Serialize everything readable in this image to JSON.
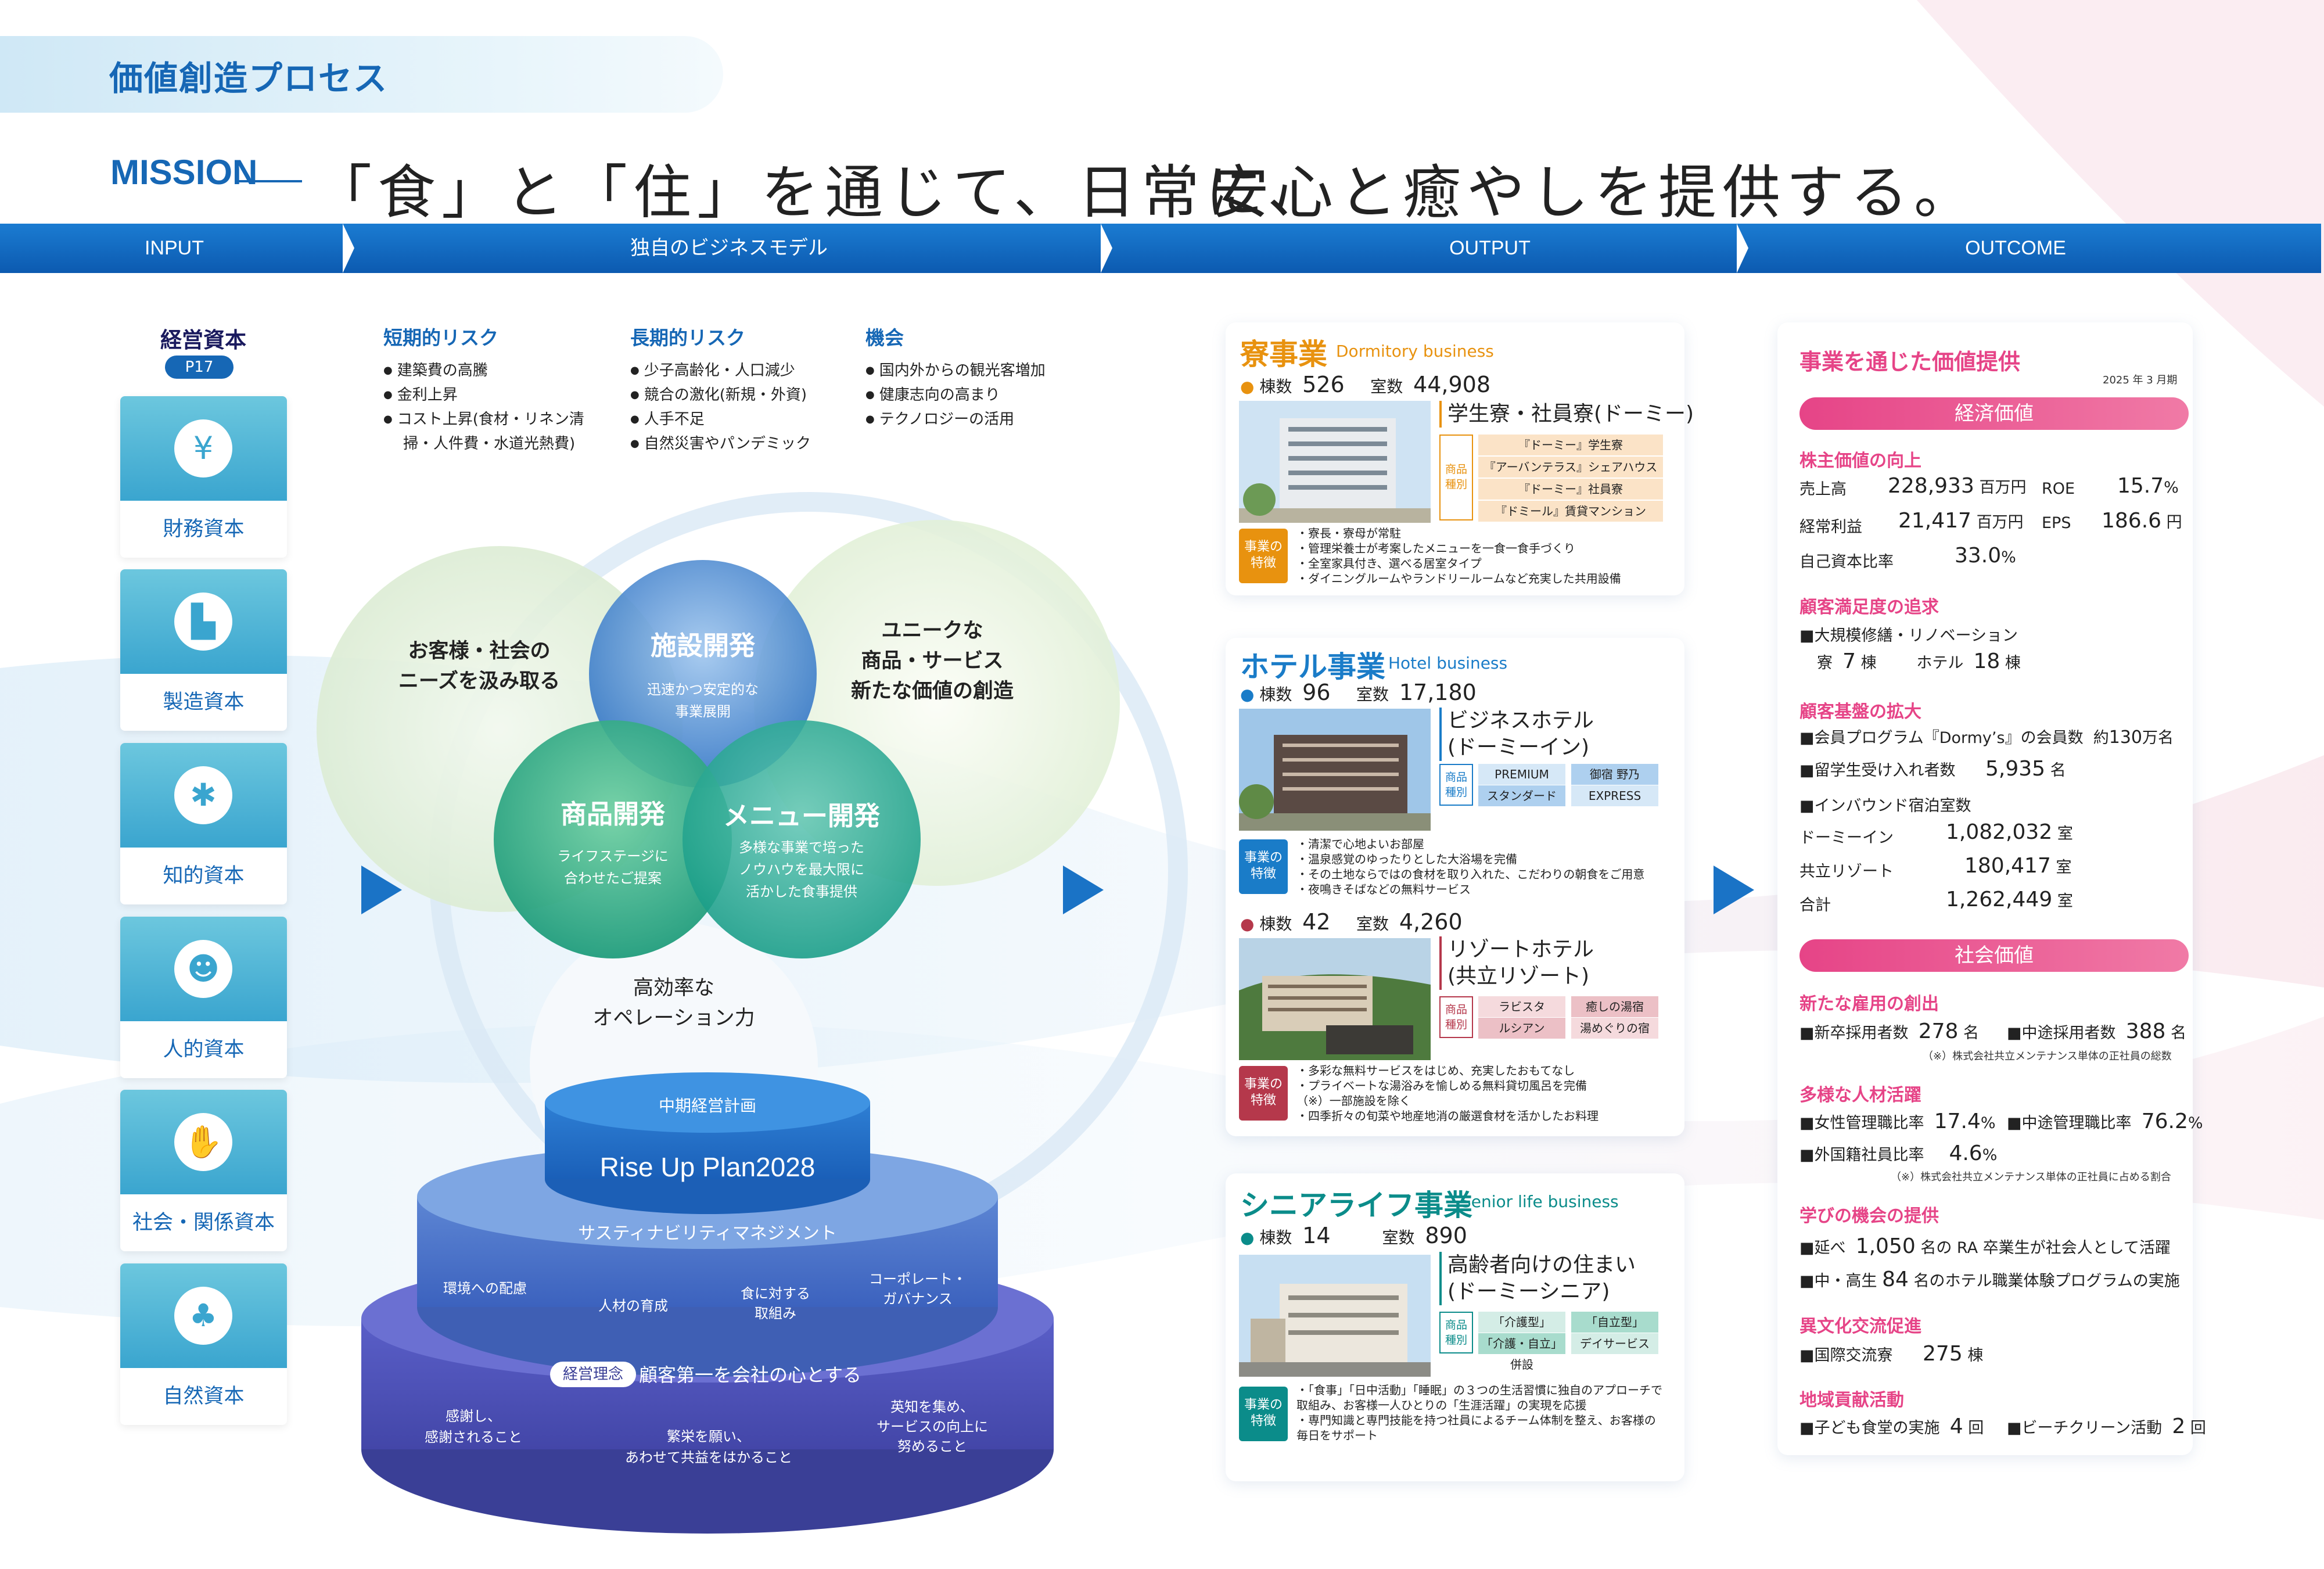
{
  "header": {
    "tab": "価値創造プロセス",
    "mission_label": "MISSION",
    "mission_text_1": "「食」と「住」を通じて、日常に、",
    "mission_text_2": "安心と癒やしを提供する。"
  },
  "band": {
    "input": "INPUT",
    "model": "独自のビジネスモデル",
    "output": "OUTPUT",
    "outcome": "OUTCOME"
  },
  "capital": {
    "title": "経営資本",
    "page": "P17",
    "items": [
      {
        "label": "財務資本",
        "icon": "yen-coins-icon",
        "glyph": "¥"
      },
      {
        "label": "製造資本",
        "icon": "factory-icon",
        "glyph": "▙"
      },
      {
        "label": "知的資本",
        "icon": "brain-gear-icon",
        "glyph": "✱"
      },
      {
        "label": "人的資本",
        "icon": "people-icon",
        "glyph": "☻"
      },
      {
        "label": "社会・関係資本",
        "icon": "handshake-icon",
        "glyph": "✋"
      },
      {
        "label": "自然資本",
        "icon": "trees-icon",
        "glyph": "♣"
      }
    ]
  },
  "risks": {
    "short": {
      "title": "短期的リスク",
      "items": [
        "建築費の高騰",
        "金利上昇",
        "コスト上昇(食材・リネン清",
        "掃・人件費・水道光熱費)"
      ]
    },
    "long": {
      "title": "長期的リスク",
      "items": [
        "少子高齢化・人口減少",
        "競合の激化(新規・外資)",
        "人手不足",
        "自然災害やパンデミック"
      ]
    },
    "opp": {
      "title": "機会",
      "items": [
        "国内外からの観光客増加",
        "健康志向の高まり",
        "テクノロジーの活用"
      ]
    }
  },
  "venn": {
    "left1": "お客様・社会の",
    "left2": "ニーズを汲み取る",
    "right1": "ユニークな",
    "right2": "商品・サービス",
    "right3": "新たな価値の創造",
    "facility": "施設開発",
    "facility_s1": "迅速かつ安定的な",
    "facility_s2": "事業展開",
    "product": "商品開発",
    "product_s1": "ライフステージに",
    "product_s2": "合わせたご提案",
    "menu": "メニュー開発",
    "menu_s1": "多様な事業で培った",
    "menu_s2": "ノウハウを最大限に",
    "menu_s3": "活かした食事提供",
    "ops1": "高効率な",
    "ops2": "オペレーション力"
  },
  "pyramid": {
    "plan_label": "中期経営計画",
    "plan": "Rise Up Plan2028",
    "sus": "サスティナビリティマネジメント",
    "sus_items": [
      "環境への配慮",
      "人材の育成",
      "食に対する",
      "取組み",
      "コーポレート・",
      "ガバナンス"
    ],
    "philo_badge": "経営理念",
    "philo": "顧客第一を会社の心とする",
    "philo_items": [
      "感謝し、",
      "感謝されること",
      "繁栄を願い、",
      "あわせて共益をはかること",
      "英知を集め、",
      "サービスの向上に",
      "努めること"
    ]
  },
  "dormitory": {
    "title": "寮事業",
    "en": "Dormitory business",
    "bldg_label": "棟数",
    "bldg": "526",
    "room_label": "室数",
    "rooms": "44,908",
    "product": "学生寮・社員寮(ドーミー)",
    "kind": "商品種別",
    "tags": [
      "『ドーミー』学生寮",
      "『アーバンテラス』シェアハウス",
      "『ドーミー』社員寮",
      "『ドミール』賃貸マンション"
    ],
    "feat_badge": "事業の特徴",
    "features": [
      "・寮長・寮母が常駐",
      "・管理栄養士が考案したメニューを一食一食手づくり",
      "・全室家具付き、選べる居室タイプ",
      "・ダイニングルームやランドリールームなど充実した共用設備"
    ]
  },
  "hotel": {
    "title": "ホテル事業",
    "en": "Hotel business",
    "bldg_label": "棟数",
    "bldg": "96",
    "room_label": "室数",
    "rooms": "17,180",
    "product1": "ビジネスホテル",
    "product2": "(ドーミーイン)",
    "kind": "商品種別",
    "tags": [
      "PREMIUM",
      "御宿 野乃",
      "スタンダード",
      "EXPRESS"
    ],
    "feat_badge": "事業の特徴",
    "features": [
      "・清潔で心地よいお部屋",
      "・温泉感覚のゆったりとした大浴場を完備",
      "・その土地ならではの食材を取り入れた、こだわりの朝食をご用意",
      "・夜鳴きそばなどの無料サービス"
    ]
  },
  "resort": {
    "bldg_label": "棟数",
    "bldg": "42",
    "room_label": "室数",
    "rooms": "4,260",
    "product1": "リゾートホテル",
    "product2": "(共立リゾート)",
    "kind": "商品種別",
    "tags": [
      "ラビスタ",
      "癒しの湯宿",
      "ルシアン",
      "湯めぐりの宿"
    ],
    "feat_badge": "事業の特徴",
    "features": [
      "・多彩な無料サービスをはじめ、充実したおもてなし",
      "・プライベートな湯浴みを愉しめる無料貸切風呂を完備",
      "（※）一部施設を除く",
      "・四季折々の旬菜や地産地消の厳選食材を活かしたお料理"
    ]
  },
  "senior": {
    "title": "シニアライフ事業",
    "en": "Senior life business",
    "bldg_label": "棟数",
    "bldg": "14",
    "room_label": "室数",
    "rooms": "890",
    "product1": "高齢者向けの住まい",
    "product2": "(ドーミーシニア)",
    "kind": "商品種別",
    "tags": [
      "「介護型」",
      "「自立型」",
      "「介護・自立」併設",
      "デイサービス"
    ],
    "feat_badge": "事業の特徴",
    "features": [
      "・「食事」「日中活動」「睡眠」の３つの生活習慣に独自のアプローチで",
      "取組み、お客様一人ひとりの「生涯活躍」の実現を応援",
      "・専門知識と専門技能を持つ社員によるチーム体制を整え、お客様の",
      "毎日をサポート"
    ]
  },
  "outcome": {
    "title": "事業を通じた価値提供",
    "date": "2025 年 3 月期",
    "econ": "経済価値",
    "sh": "株主価値の向上",
    "sales_l": "売上高",
    "sales": "228,933",
    "sales_u": "百万円",
    "roe_l": "ROE",
    "roe": "15.7",
    "pct": "%",
    "op_l": "経常利益",
    "op": "21,417",
    "op_u": "百万円",
    "eps_l": "EPS",
    "eps": "186.6",
    "eps_u": "円",
    "eq_l": "自己資本比率",
    "eq": "33.0",
    "cs": "顧客満足度の追求",
    "reno": "■大規模修繕・リノベーション",
    "reno_d": "寮",
    "reno_dv": "7",
    "reno_u": "棟",
    "reno_h": "ホテル",
    "reno_hv": "18",
    "cb": "顧客基盤の拡大",
    "mem_l": "■会員プログラム『Dormy’s』の会員数",
    "mem_p": "約",
    "mem": "130",
    "mem_u": "万名",
    "intl_l": "■留学生受け入れ者数",
    "intl": "5,935",
    "intl_u": "名",
    "inb_l": "■インバウンド宿泊室数",
    "inb1_l": "ドーミーイン",
    "inb1": "1,082,032",
    "inb_u": "室",
    "inb2_l": "共立リゾート",
    "inb2": "180,417",
    "inb3_l": "合計",
    "inb3": "1,262,449",
    "social": "社会価値",
    "emp": "新たな雇用の創出",
    "new_l": "■新卒採用者数",
    "new": "278",
    "mei": "名",
    "mid_l": "■中途採用者数",
    "mid": "388",
    "note1": "（※）株式会社共立メンテナンス単体の正社員の総数",
    "div": "多様な人材活躍",
    "fem_l": "■女性管理職比率",
    "fem": "17.4",
    "midm_l": "■中途管理職比率",
    "midm": "76.2",
    "for_l": "■外国籍社員比率",
    "for": "4.6",
    "note2": "（※）株式会社共立メンテナンス単体の正社員に占める割合",
    "learn": "学びの機会の提供",
    "ra_a": "■延べ",
    "ra": "1,050",
    "ra_b": "名の RA 卒業生が社会人として活躍",
    "hs_a": "■中・高生",
    "hs": "84",
    "hs_b": "名のホテル職業体験プログラムの実施",
    "cult": "異文化交流促進",
    "ix_l": "■国際交流寮",
    "ix": "275",
    "ix_u": "棟",
    "local": "地域貢献活動",
    "kid_l": "■子ども食堂の実施",
    "kid": "4",
    "kai": "回",
    "beach_l": "■ビーチクリーン活動",
    "beach": "2"
  },
  "colors": {
    "brand": "#1667b5",
    "orange": "#e8920f",
    "pink": "#e64487",
    "teal": "#0b8c8a"
  }
}
